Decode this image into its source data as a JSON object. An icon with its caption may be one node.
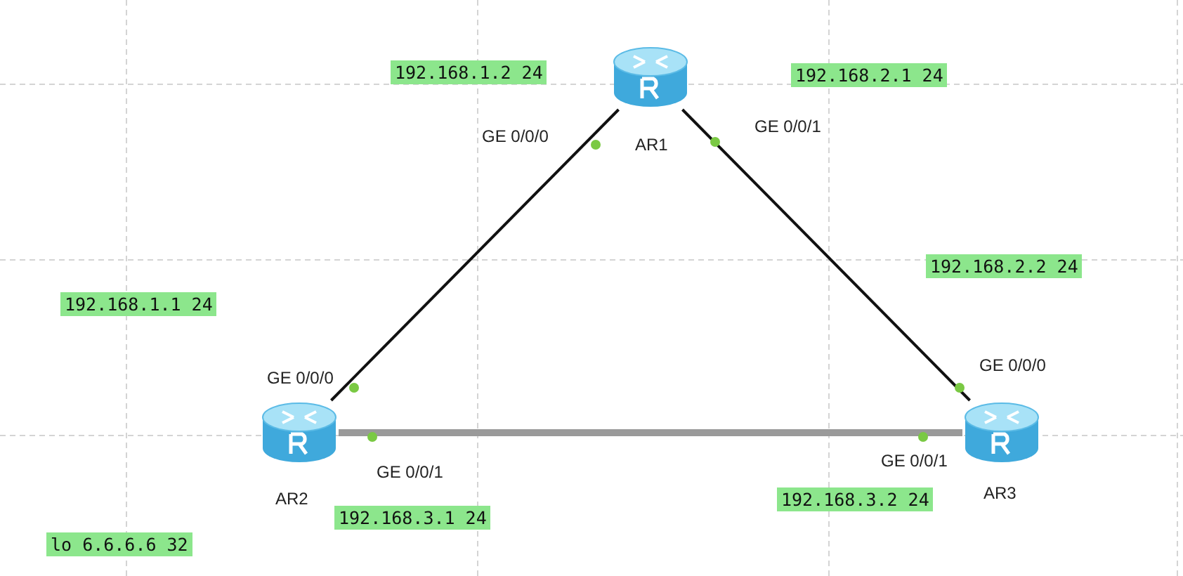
{
  "diagram": {
    "nodes": [
      {
        "text": [],
        "shape": "cylinder",
        "beside": [
          "AR1"
        ]
      },
      {
        "text": [],
        "shape": "cylinder",
        "beside": [
          "AR2"
        ]
      },
      {
        "text": [],
        "shape": "cylinder",
        "beside": [
          "AR3"
        ]
      }
    ],
    "edges": [
      {
        "from": 0,
        "to": 1,
        "arrow": "none"
      },
      {
        "from": 0,
        "to": 2,
        "arrow": "none"
      },
      {
        "from": 1,
        "to": 2,
        "arrow": "none",
        "style": "thick",
        "color": "#9a9a9a"
      }
    ],
    "labels": [
      "192.168.1.2 24",
      "192.168.2.1 24",
      "GE 0/0/0",
      "GE 0/0/1",
      "192.168.2.2 24",
      "192.168.1.1 24",
      "GE 0/0/0",
      "GE 0/0/0",
      "GE 0/0/1",
      "GE 0/0/1",
      "192.168.3.2 24",
      "192.168.3.1 24",
      "lo 6.6.6.6 32"
    ]
  }
}
